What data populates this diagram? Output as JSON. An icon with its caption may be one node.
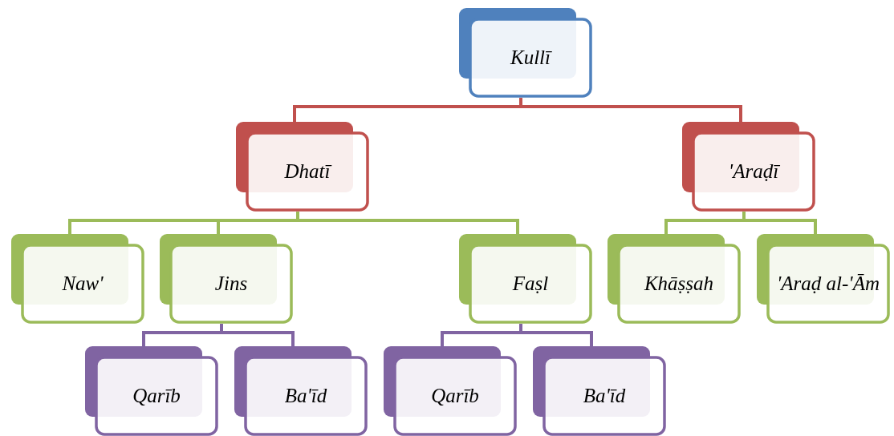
{
  "diagram": {
    "nodes": [
      {
        "text": [
          "Kullī"
        ]
      },
      {
        "text": [
          "Dhatī"
        ]
      },
      {
        "text": [
          "'Araḍī"
        ]
      },
      {
        "text": [
          "Naw'"
        ]
      },
      {
        "text": [
          "Jins"
        ]
      },
      {
        "text": [
          "Faṣl"
        ]
      },
      {
        "text": [
          "Khāṣṣah"
        ]
      },
      {
        "text": [
          "'Araḍ al-'Ām"
        ]
      },
      {
        "text": [
          "Qarīb"
        ]
      },
      {
        "text": [
          "Ba'īd"
        ]
      },
      {
        "text": [
          "Qarīb"
        ]
      },
      {
        "text": [
          "Ba'īd"
        ]
      }
    ],
    "edges": [
      {
        "from": 0,
        "to": 1,
        "arrow": "none",
        "color": "#c0504d"
      },
      {
        "from": 0,
        "to": 2,
        "arrow": "none",
        "color": "#c0504d"
      },
      {
        "from": 1,
        "to": 3,
        "arrow": "none"
      },
      {
        "from": 1,
        "to": 4,
        "arrow": "none"
      },
      {
        "from": 1,
        "to": 5,
        "arrow": "none"
      },
      {
        "from": 2,
        "to": 6,
        "arrow": "none"
      },
      {
        "from": 2,
        "to": 7,
        "arrow": "none"
      },
      {
        "from": 4,
        "to": 8,
        "arrow": "none",
        "color": "#8064a2"
      },
      {
        "from": 4,
        "to": 9,
        "arrow": "none",
        "color": "#8064a2"
      },
      {
        "from": 5,
        "to": 10,
        "arrow": "none",
        "color": "#8064a2"
      },
      {
        "from": 5,
        "to": 11,
        "arrow": "none",
        "color": "#8064a2"
      }
    ]
  }
}
